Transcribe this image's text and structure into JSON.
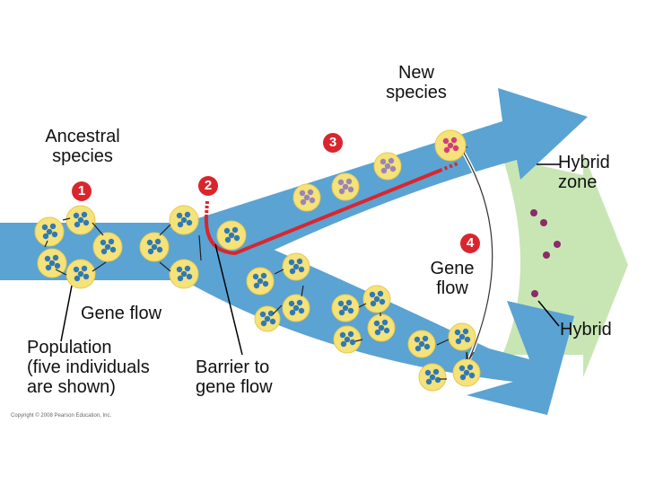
{
  "labels": {
    "new_species": "New\nspecies",
    "ancestral_species": "Ancestral\nspecies",
    "hybrid_zone": "Hybrid\nzone",
    "gene_flow_right": "Gene\nflow",
    "gene_flow_left": "Gene flow",
    "hybrid": "Hybrid",
    "population": "Population\n(five individuals\nare shown)",
    "barrier": "Barrier to\ngene flow"
  },
  "steps": [
    "1",
    "2",
    "3",
    "4"
  ],
  "copyright": "Copyright © 2008 Pearson Education, Inc.",
  "colors": {
    "arrow_blue": "#5aa3d3",
    "hybrid_zone_green": "#c8e6b4",
    "barrier_red": "#d9262e",
    "population_yellow": "#f5e27a",
    "individual_blue": "#2f79b6",
    "individual_purple": "#9a86b3",
    "individual_pink": "#cf3f7d",
    "hybrid_individual": "#8e2a6a"
  }
}
